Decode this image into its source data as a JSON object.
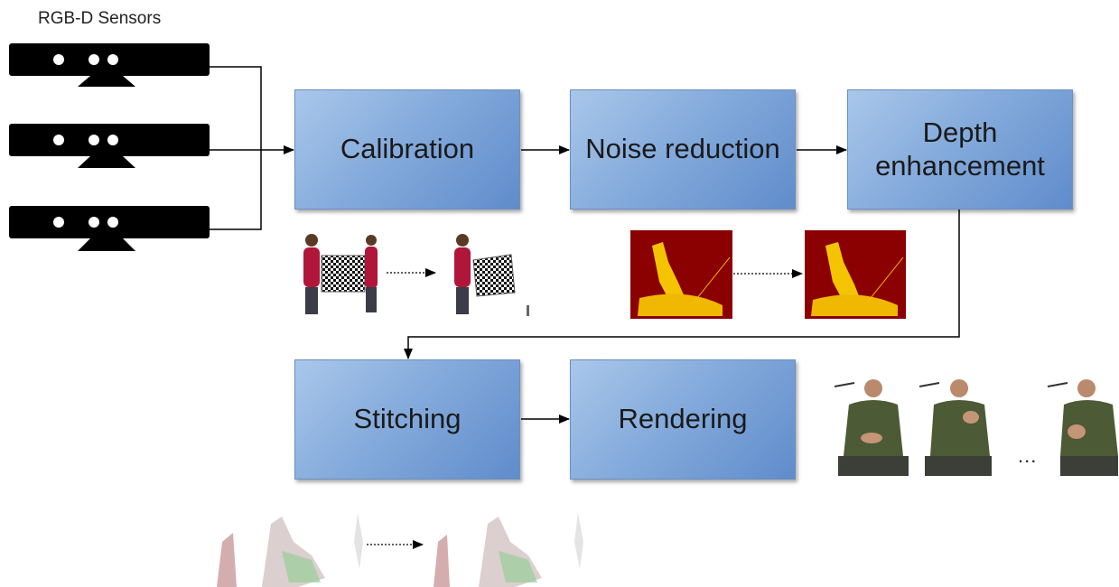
{
  "title": "RGB-D Sensors",
  "blocks": {
    "calibration": "Calibration",
    "noise": "Noise reduction",
    "depth": "Depth\nenhancement",
    "stitching": "Stitching",
    "rendering": "Rendering"
  },
  "ellipsis": "...",
  "colors": {
    "block_fill_light": "#a9c7ea",
    "block_fill_dark": "#5f8ccb",
    "sensor": "#000000",
    "depth_bg": "#8b0000",
    "depth_fg": "#f5c400",
    "arrow": "#000000"
  },
  "icons": {
    "sensor": "kinect-sensor-icon",
    "checkerboard": "checkerboard-photo",
    "depthmap": "depth-map-image",
    "pointcloud": "point-cloud-image",
    "person": "person-render-image"
  }
}
